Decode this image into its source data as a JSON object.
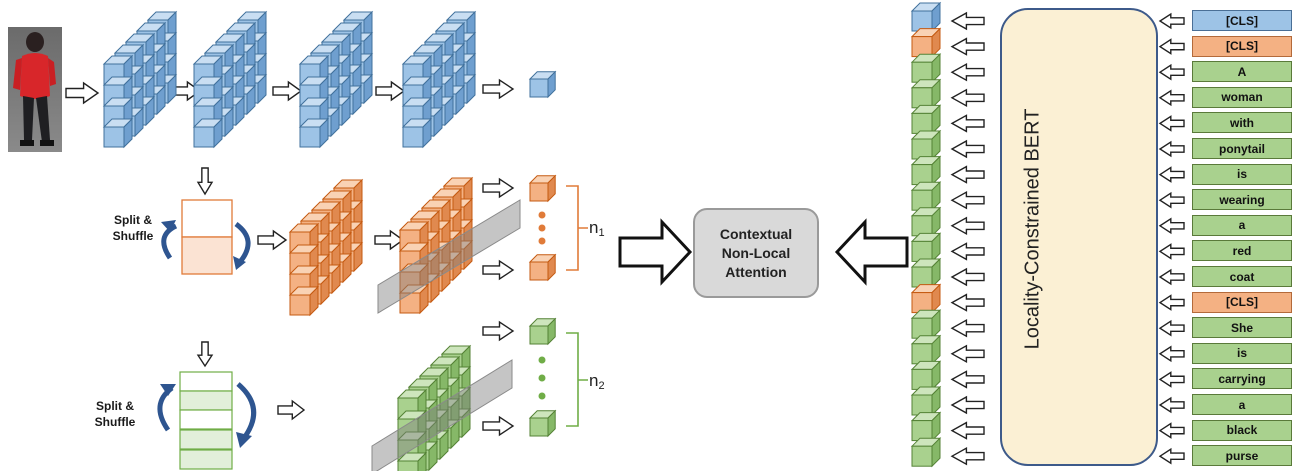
{
  "labels": {
    "split_shuffle_1": "Split &\nShuffle",
    "split_shuffle_2": "Split &\nShuffle",
    "n1": "n",
    "n1_sub": "1",
    "n2": "n",
    "n2_sub": "2",
    "attention": [
      "Contextual",
      "Non-Local",
      "Attention"
    ],
    "bert_title": "Locality-Constrained BERT"
  },
  "tokens": [
    {
      "text": "[CLS]",
      "kind": "cls-blue"
    },
    {
      "text": "[CLS]",
      "kind": "cls-orange"
    },
    {
      "text": "A",
      "kind": "word"
    },
    {
      "text": "woman",
      "kind": "word"
    },
    {
      "text": "with",
      "kind": "word"
    },
    {
      "text": "ponytail",
      "kind": "word"
    },
    {
      "text": "is",
      "kind": "word"
    },
    {
      "text": "wearing",
      "kind": "word"
    },
    {
      "text": "a",
      "kind": "word"
    },
    {
      "text": "red",
      "kind": "word"
    },
    {
      "text": "coat",
      "kind": "word"
    },
    {
      "text": "[CLS]",
      "kind": "cls-orange"
    },
    {
      "text": "She",
      "kind": "word"
    },
    {
      "text": "is",
      "kind": "word"
    },
    {
      "text": "carrying",
      "kind": "word"
    },
    {
      "text": "a",
      "kind": "word"
    },
    {
      "text": "black",
      "kind": "word"
    },
    {
      "text": "purse",
      "kind": "word"
    }
  ],
  "colors": {
    "blue_face": "#9dc3e6",
    "blue_top": "#c9def2",
    "blue_side": "#6f9fcf",
    "blue_edge": "#41719c",
    "orange_face": "#f4b183",
    "orange_top": "#f9d2b4",
    "orange_side": "#e0894f",
    "orange_edge": "#c55a11",
    "green_face": "#a9d18e",
    "green_top": "#cde5bc",
    "green_side": "#86b868",
    "green_edge": "#548235",
    "node_grey": "#8497b0",
    "panel_fill": "#fbf0d4",
    "panel_border": "#3d5a8a"
  }
}
